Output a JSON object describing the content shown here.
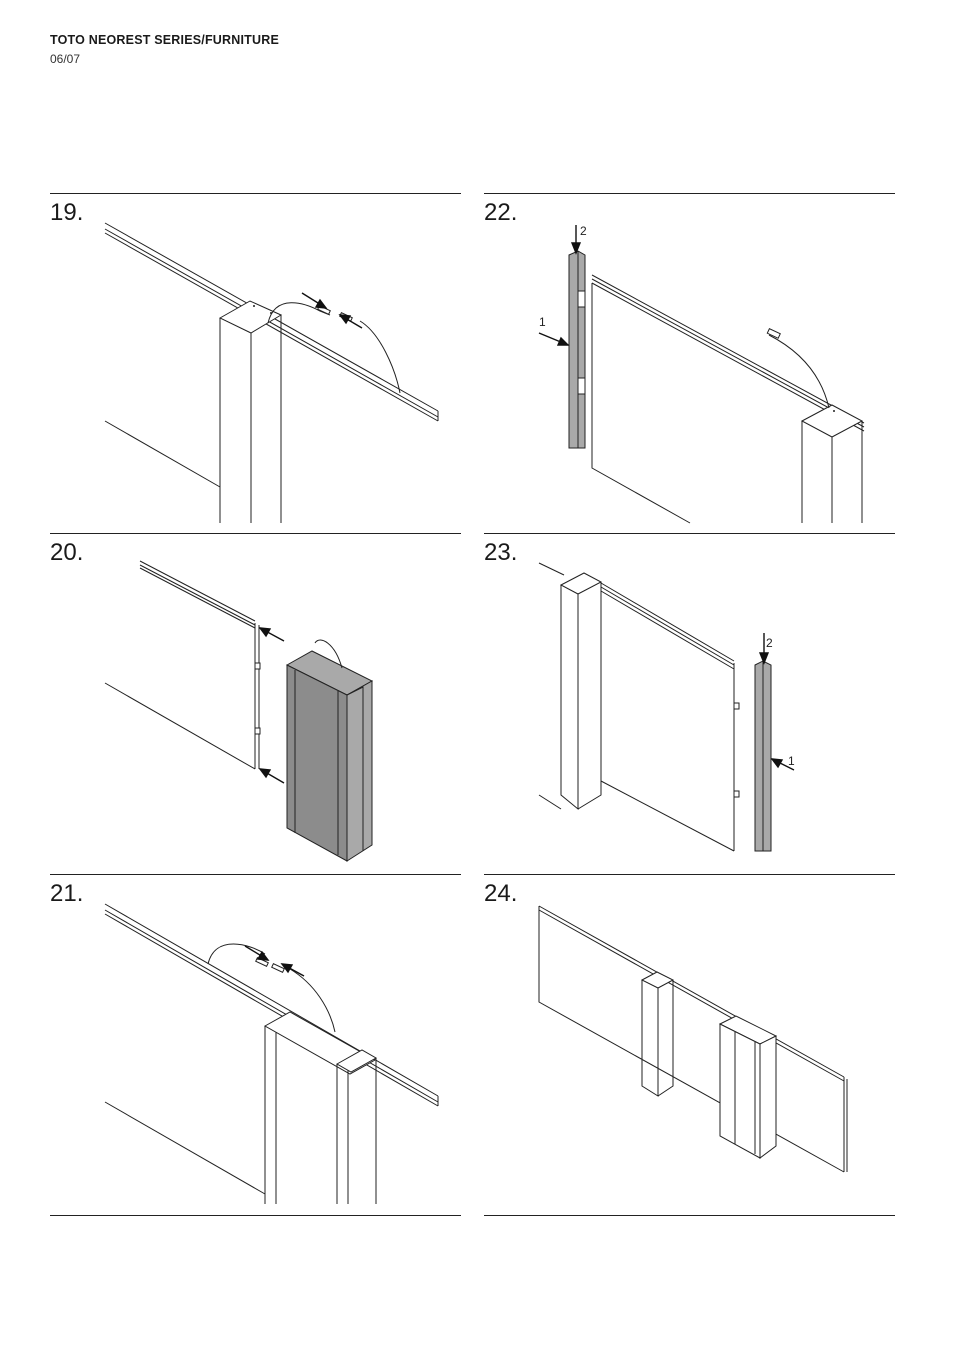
{
  "header": {
    "title": "TOTO NEOREST SERIES/FURNITURE",
    "page": "06/07"
  },
  "steps": [
    {
      "number": "19."
    },
    {
      "number": "20."
    },
    {
      "number": "21."
    },
    {
      "number": "22.",
      "labels": [
        "1",
        "2"
      ]
    },
    {
      "number": "23.",
      "labels": [
        "1",
        "2"
      ]
    },
    {
      "number": "24."
    }
  ]
}
